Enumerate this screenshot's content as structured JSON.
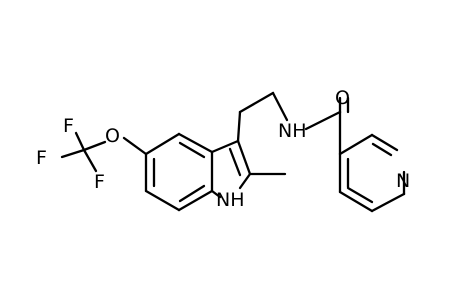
{
  "molecule": {
    "atoms": {
      "f_top": "F",
      "f_left": "F",
      "f_bottom": "F",
      "o_ether": "O",
      "nh_indole": "NH",
      "nh_amide": "NH",
      "o_carbonyl": "O",
      "n_pyridine": "N"
    }
  },
  "colors": {
    "bond": "#000000",
    "label": "#000000",
    "background": "#ffffff"
  }
}
